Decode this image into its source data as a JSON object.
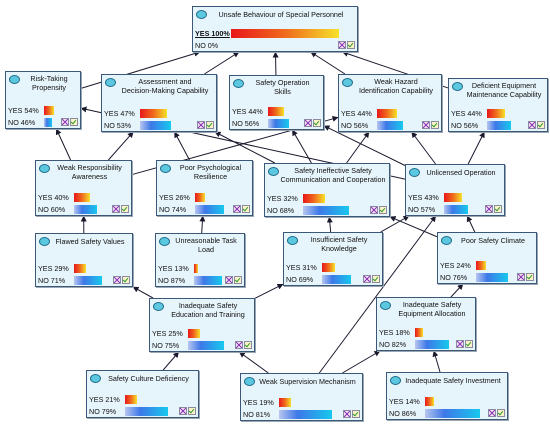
{
  "diagram": {
    "nodes": [
      {
        "id": "unsafe",
        "title": [
          "Unsafe Behaviour of Special Personnel"
        ],
        "yes_label": "YES",
        "yes_pct": 100,
        "yes_text": "100%",
        "no_label": "NO",
        "no_pct": 0,
        "no_text": "0%",
        "selected_yes": true
      },
      {
        "id": "risk",
        "title": [
          "Risk-Taking",
          "Propensity"
        ],
        "yes_label": "YES",
        "yes_pct": 54,
        "yes_text": "54%",
        "no_label": "NO",
        "no_pct": 46,
        "no_text": "46%"
      },
      {
        "id": "assess",
        "title": [
          "Assessment and",
          "Decision-Making Capability"
        ],
        "yes_label": "YES",
        "yes_pct": 47,
        "yes_text": "47%",
        "no_label": "NO",
        "no_pct": 53,
        "no_text": "53%"
      },
      {
        "id": "skills",
        "title": [
          "Safety Operation",
          "Skills"
        ],
        "yes_label": "YES",
        "yes_pct": 44,
        "yes_text": "44%",
        "no_label": "NO",
        "no_pct": 56,
        "no_text": "56%"
      },
      {
        "id": "hazard",
        "title": [
          "Weak Hazard",
          "Identification Capability"
        ],
        "yes_label": "YES",
        "yes_pct": 44,
        "yes_text": "44%",
        "no_label": "NO",
        "no_pct": 56,
        "no_text": "56%"
      },
      {
        "id": "equipmaint",
        "title": [
          "Deficient Equipment",
          "Maintenance Capability"
        ],
        "yes_label": "YES",
        "yes_pct": 44,
        "yes_text": "44%",
        "no_label": "NO",
        "no_pct": 56,
        "no_text": "56%"
      },
      {
        "id": "weakresp",
        "title": [
          "Weak Responsibility",
          "Awareness"
        ],
        "yes_label": "YES",
        "yes_pct": 40,
        "yes_text": "40%",
        "no_label": "NO",
        "no_pct": 60,
        "no_text": "60%"
      },
      {
        "id": "psych",
        "title": [
          "Poor Psychological",
          "Resilience"
        ],
        "yes_label": "YES",
        "yes_pct": 26,
        "yes_text": "26%",
        "no_label": "NO",
        "no_pct": 74,
        "no_text": "74%"
      },
      {
        "id": "comm",
        "title": [
          "Safety Ineffective Safety",
          "Communication and Cooperation"
        ],
        "yes_label": "YES",
        "yes_pct": 32,
        "yes_text": "32%",
        "no_label": "NO",
        "no_pct": 68,
        "no_text": "68%"
      },
      {
        "id": "unlicensed",
        "title": [
          "Unlicensed Operation"
        ],
        "yes_label": "YES",
        "yes_pct": 43,
        "yes_text": "43%",
        "no_label": "NO",
        "no_pct": 57,
        "no_text": "57%"
      },
      {
        "id": "values",
        "title": [
          "Flawed Safety Values"
        ],
        "yes_label": "YES",
        "yes_pct": 29,
        "yes_text": "29%",
        "no_label": "NO",
        "no_pct": 71,
        "no_text": "71%"
      },
      {
        "id": "taskload",
        "title": [
          "Unreasonable Task",
          "Load"
        ],
        "yes_label": "YES",
        "yes_pct": 13,
        "yes_text": "13%",
        "no_label": "NO",
        "no_pct": 87,
        "no_text": "87%"
      },
      {
        "id": "knowledge",
        "title": [
          "Insufficient Safety",
          "Knowledge"
        ],
        "yes_label": "YES",
        "yes_pct": 31,
        "yes_text": "31%",
        "no_label": "NO",
        "no_pct": 69,
        "no_text": "69%"
      },
      {
        "id": "climate",
        "title": [
          "Poor Safety Climate"
        ],
        "yes_label": "YES",
        "yes_pct": 24,
        "yes_text": "24%",
        "no_label": "NO",
        "no_pct": 76,
        "no_text": "76%"
      },
      {
        "id": "education",
        "title": [
          "Inadequate Safety",
          "Education and Training"
        ],
        "yes_label": "YES",
        "yes_pct": 25,
        "yes_text": "25%",
        "no_label": "NO",
        "no_pct": 75,
        "no_text": "75%"
      },
      {
        "id": "equipalloc",
        "title": [
          "Inadequate Safety",
          "Equipment Allocation"
        ],
        "yes_label": "YES",
        "yes_pct": 18,
        "yes_text": "18%",
        "no_label": "NO",
        "no_pct": 82,
        "no_text": "82%"
      },
      {
        "id": "culture",
        "title": [
          "Safety Culture Deficiency"
        ],
        "yes_label": "YES",
        "yes_pct": 21,
        "yes_text": "21%",
        "no_label": "NO",
        "no_pct": 79,
        "no_text": "79%"
      },
      {
        "id": "supervision",
        "title": [
          "Weak Supervision Mechanism"
        ],
        "yes_label": "YES",
        "yes_pct": 19,
        "yes_text": "19%",
        "no_label": "NO",
        "no_pct": 81,
        "no_text": "81%"
      },
      {
        "id": "investment",
        "title": [
          "Inadequate Safety Investment"
        ],
        "yes_label": "YES",
        "yes_pct": 14,
        "yes_text": "14%",
        "no_label": "NO",
        "no_pct": 86,
        "no_text": "86%"
      }
    ],
    "edges": [
      [
        "risk",
        "unsafe"
      ],
      [
        "assess",
        "unsafe"
      ],
      [
        "skills",
        "unsafe"
      ],
      [
        "hazard",
        "unsafe"
      ],
      [
        "equipmaint",
        "unsafe"
      ],
      [
        "weakresp",
        "risk"
      ],
      [
        "weakresp",
        "assess"
      ],
      [
        "weakresp",
        "hazard"
      ],
      [
        "psych",
        "assess"
      ],
      [
        "comm",
        "assess"
      ],
      [
        "comm",
        "skills"
      ],
      [
        "comm",
        "hazard"
      ],
      [
        "unlicensed",
        "skills"
      ],
      [
        "unlicensed",
        "hazard"
      ],
      [
        "unlicensed",
        "equipmaint"
      ],
      [
        "unlicensed",
        "risk"
      ],
      [
        "values",
        "weakresp"
      ],
      [
        "taskload",
        "psych"
      ],
      [
        "knowledge",
        "comm"
      ],
      [
        "knowledge",
        "unlicensed"
      ],
      [
        "climate",
        "comm"
      ],
      [
        "climate",
        "unlicensed"
      ],
      [
        "education",
        "values"
      ],
      [
        "education",
        "knowledge"
      ],
      [
        "equipalloc",
        "climate"
      ],
      [
        "culture",
        "education"
      ],
      [
        "supervision",
        "education"
      ],
      [
        "supervision",
        "equipalloc"
      ],
      [
        "supervision",
        "unlicensed"
      ],
      [
        "investment",
        "equipalloc"
      ]
    ]
  }
}
